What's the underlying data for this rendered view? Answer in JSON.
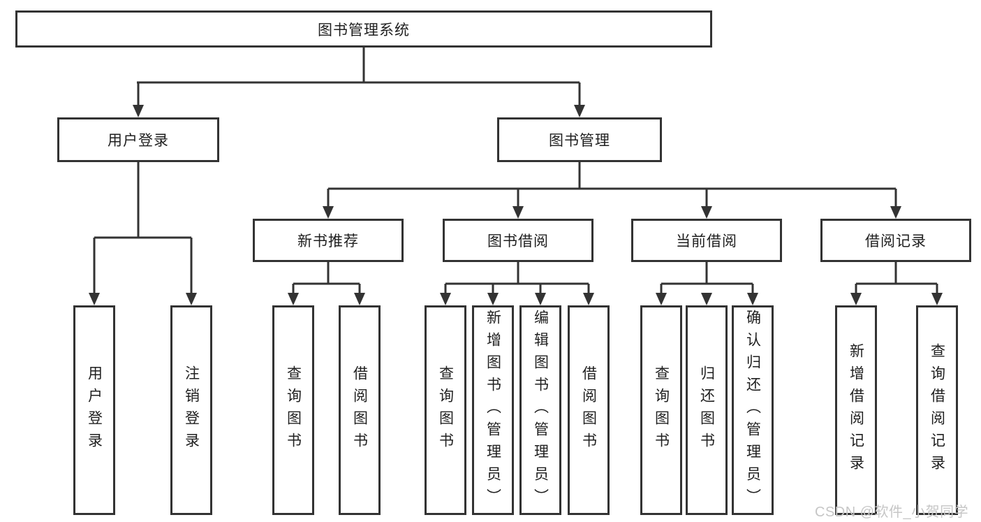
{
  "diagram": {
    "root": {
      "label": "图书管理系统"
    },
    "branches": [
      {
        "label": "用户登录",
        "children": [
          {
            "label": "用户登录"
          },
          {
            "label": "注销登录"
          }
        ]
      },
      {
        "label": "图书管理",
        "children": [
          {
            "label": "新书推荐",
            "children": [
              {
                "label": "查询图书"
              },
              {
                "label": "借阅图书"
              }
            ]
          },
          {
            "label": "图书借阅",
            "children": [
              {
                "label": "查询图书"
              },
              {
                "label": "新增图书（管理员）"
              },
              {
                "label": "编辑图书（管理员）"
              },
              {
                "label": "借阅图书"
              }
            ]
          },
          {
            "label": "当前借阅",
            "children": [
              {
                "label": "查询图书"
              },
              {
                "label": "归还图书"
              },
              {
                "label": "确认归还（管理员）"
              }
            ]
          },
          {
            "label": "借阅记录",
            "children": [
              {
                "label": "新增借阅记录"
              },
              {
                "label": "查询借阅记录"
              }
            ]
          }
        ]
      }
    ]
  },
  "watermark": {
    "text": "CSDN @软件_小贺同学"
  },
  "colors": {
    "line": "#333333",
    "text": "#1f1f1f",
    "watermark": "#c6c6c6",
    "background": "#ffffff"
  }
}
